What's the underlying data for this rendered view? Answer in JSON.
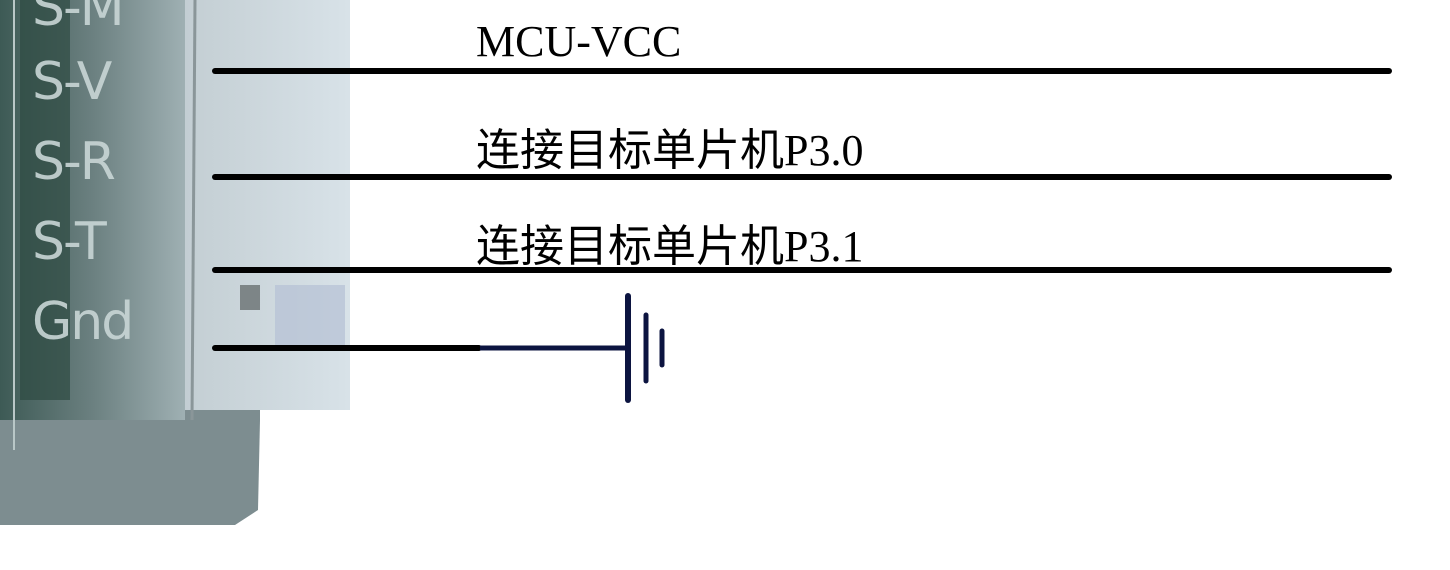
{
  "pins": [
    "S-M",
    "S-V",
    "S-R",
    "S-T",
    "Gnd"
  ],
  "labels": {
    "vcc": "MCU-VCC",
    "rx": "连接目标单片机P3.0",
    "tx": "连接目标单片机P3.1"
  },
  "colors": {
    "wire": "#000000",
    "ground": "#0c1440"
  }
}
